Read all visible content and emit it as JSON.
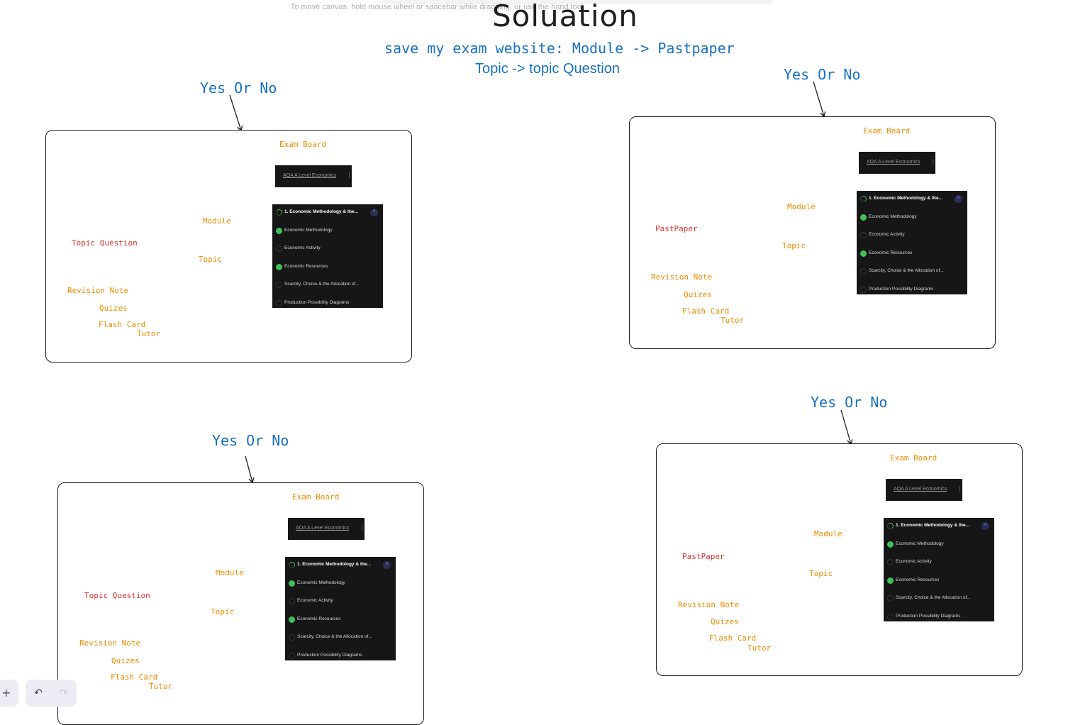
{
  "hint": "To move canvas, hold mouse wheel or spacebar while dragging, or use the hand tool",
  "title": "Soluation",
  "subtitle_line1": "save my exam website: Module -> Pastpaper",
  "subtitle_line2": "Topic -> topic Question",
  "yes_or_no": "Yes Or No",
  "labels": {
    "exam_board": "Exam Board",
    "module": "Module",
    "topic": "Topic",
    "topic_question": "Topic Question",
    "past_paper": "PastPaper",
    "revision_note": "Revision Note",
    "quizes": "Quizes",
    "flash_card": "Flash Card",
    "tutor": "Tutor"
  },
  "breadcrumb": "AQA A Level Economics",
  "panel": {
    "header": "1. Economic Methodology & the...",
    "items": [
      {
        "label": "Economic Methodology",
        "state": "done"
      },
      {
        "label": "Economic Activity",
        "state": "todo"
      },
      {
        "label": "Economic Resources",
        "state": "done"
      },
      {
        "label": "Scarcity, Choice & the Allocation of...",
        "state": "todo"
      },
      {
        "label": "Production Possibility Diagrams",
        "state": "todo"
      }
    ]
  },
  "toolbar": {
    "zoom_in": "+",
    "undo": "↶",
    "redo": "↷"
  },
  "colors": {
    "orange": "#f08c00",
    "blue": "#1971c2",
    "red": "#e03131",
    "panel": "#161616",
    "check": "#40c057"
  }
}
